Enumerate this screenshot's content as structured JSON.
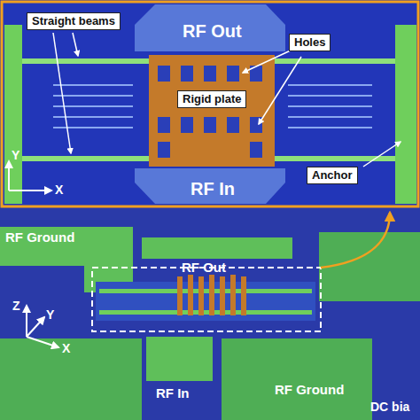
{
  "diagram": {
    "nodes": [
      {
        "text": [
          "Straight beams"
        ]
      },
      {
        "text": [
          "Holes"
        ]
      },
      {
        "text": [
          "Rigid plate"
        ]
      },
      {
        "text": [
          "Anchor"
        ]
      }
    ],
    "labels": [
      "RF Out",
      "RF In",
      "Y",
      "X",
      "RF Ground",
      "RF Out",
      "Z",
      "Y",
      "X",
      "RF In",
      "RF Ground",
      "DC bia"
    ]
  }
}
